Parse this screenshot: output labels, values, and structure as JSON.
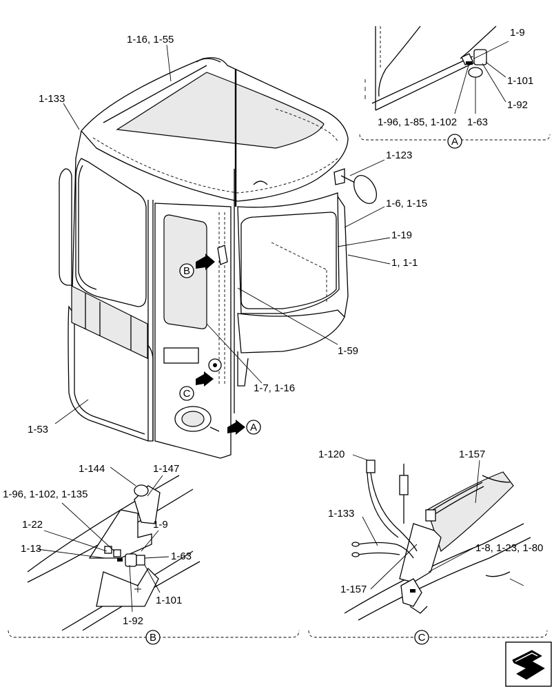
{
  "labels": {
    "l_1_16_1_55": "1-16, 1-55",
    "l_1_133_top": "1-133",
    "l_1_9_a": "1-9",
    "l_1_101_a": "1-101",
    "l_1_92_a": "1-92",
    "l_1_96_a": "1-96, 1-85, 1-102",
    "l_1_63_a": "1-63",
    "l_1_123": "1-123",
    "l_1_6_1_15": "1-6, 1-15",
    "l_1_19": "1-19",
    "l_1_1_1": "1, 1-1",
    "l_1_59": "1-59",
    "l_1_7_1_16": "1-7, 1-16",
    "l_1_53": "1-53",
    "l_1_144": "1-144",
    "l_1_147": "1-147",
    "l_1_96_b": "1-96, 1-102, 1-135",
    "l_1_22": "1-22",
    "l_1_9_b": "1-9",
    "l_1_13": "1-13",
    "l_1_63_b": "1-63",
    "l_1_101_b": "1-101",
    "l_1_92_b": "1-92",
    "l_1_120": "1-120",
    "l_1_157_top": "1-157",
    "l_1_133_c": "1-133",
    "l_1_8": "1-8, 1-23, 1-80",
    "l_1_157_bot": "1-157"
  },
  "markers": {
    "view_a": "A",
    "view_b": "B",
    "view_c": "C",
    "arrow_a": "A",
    "arrow_b": "B",
    "arrow_c": "C"
  }
}
